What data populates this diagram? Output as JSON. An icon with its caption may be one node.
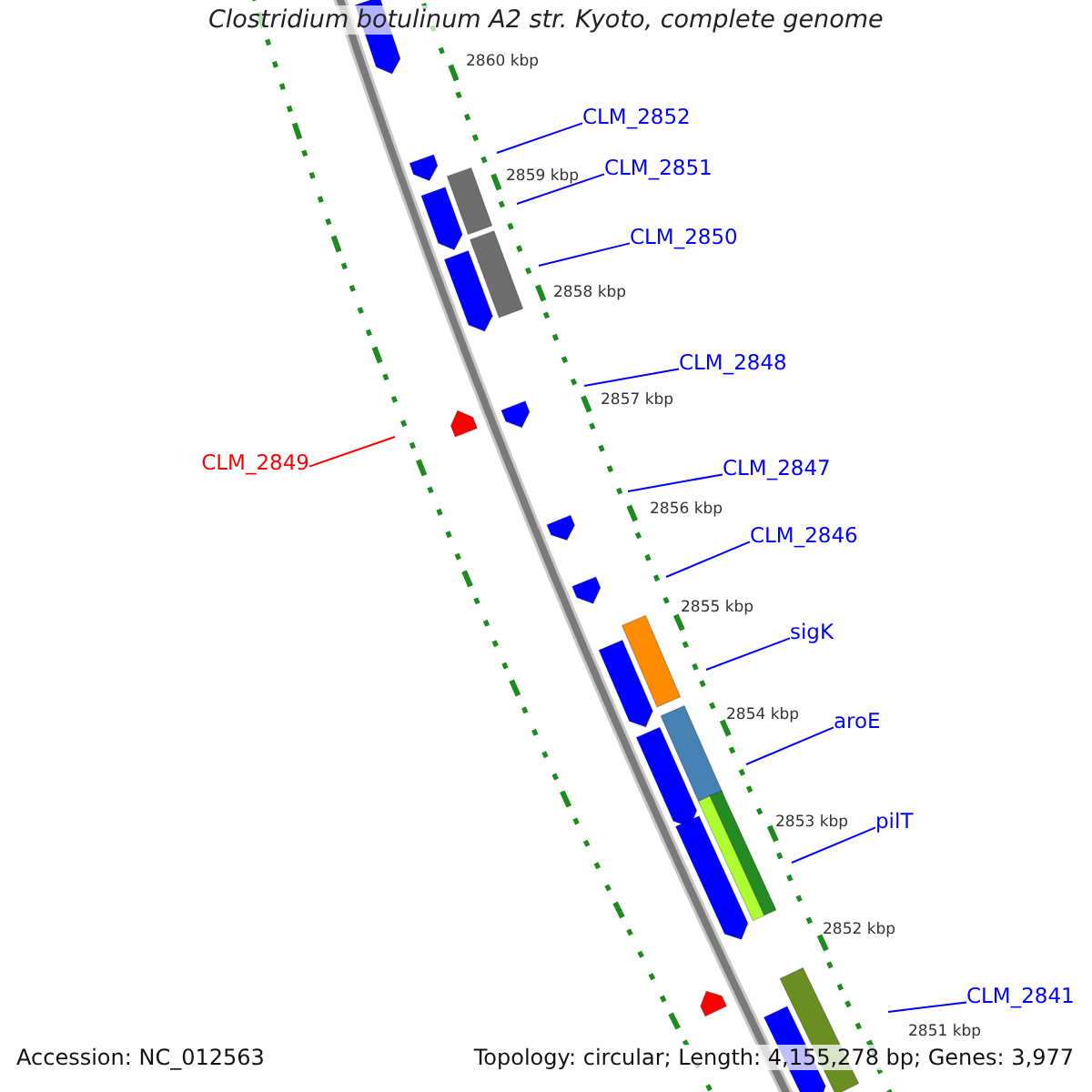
{
  "diagram": {
    "title": "Clostridium botulinum A2 str. Kyoto, complete genome",
    "nodes": [
      {
        "text": [
          "CLM_2852"
        ]
      },
      {
        "text": [
          "CLM_2851"
        ]
      },
      {
        "text": [
          "CLM_2850"
        ]
      },
      {
        "text": [
          "CLM_2848"
        ]
      },
      {
        "text": [
          "CLM_2849"
        ]
      },
      {
        "text": [
          "CLM_2847"
        ]
      },
      {
        "text": [
          "CLM_2846"
        ]
      },
      {
        "text": [
          "sigK"
        ]
      },
      {
        "text": [
          "aroE"
        ]
      },
      {
        "text": [
          "pilT"
        ]
      },
      {
        "text": [
          "CLM_2841"
        ]
      }
    ],
    "edges": [
      {
        "from": 0,
        "to": null,
        "arrow": "none"
      },
      {
        "from": 1,
        "to": null,
        "arrow": "none"
      },
      {
        "from": 2,
        "to": null,
        "arrow": "none"
      },
      {
        "from": 3,
        "to": null,
        "arrow": "none"
      },
      {
        "from": 4,
        "to": null,
        "arrow": "none",
        "color": "#ff0000"
      },
      {
        "from": 5,
        "to": null,
        "arrow": "none"
      },
      {
        "from": 6,
        "to": null,
        "arrow": "none"
      },
      {
        "from": 7,
        "to": null,
        "arrow": "none"
      },
      {
        "from": 8,
        "to": null,
        "arrow": "none"
      },
      {
        "from": 9,
        "to": null,
        "arrow": "none"
      },
      {
        "from": 10,
        "to": null,
        "arrow": "none"
      }
    ],
    "labels": [
      "2860 kbp",
      "2859 kbp",
      "2858 kbp",
      "2857 kbp",
      "2856 kbp",
      "2855 kbp",
      "2854 kbp",
      "2853 kbp",
      "2852 kbp",
      "2851 kbp",
      "Accession: NC_012563",
      "Topology: circular; Length: 4,155,278 bp; Genes: 3,977"
    ]
  }
}
